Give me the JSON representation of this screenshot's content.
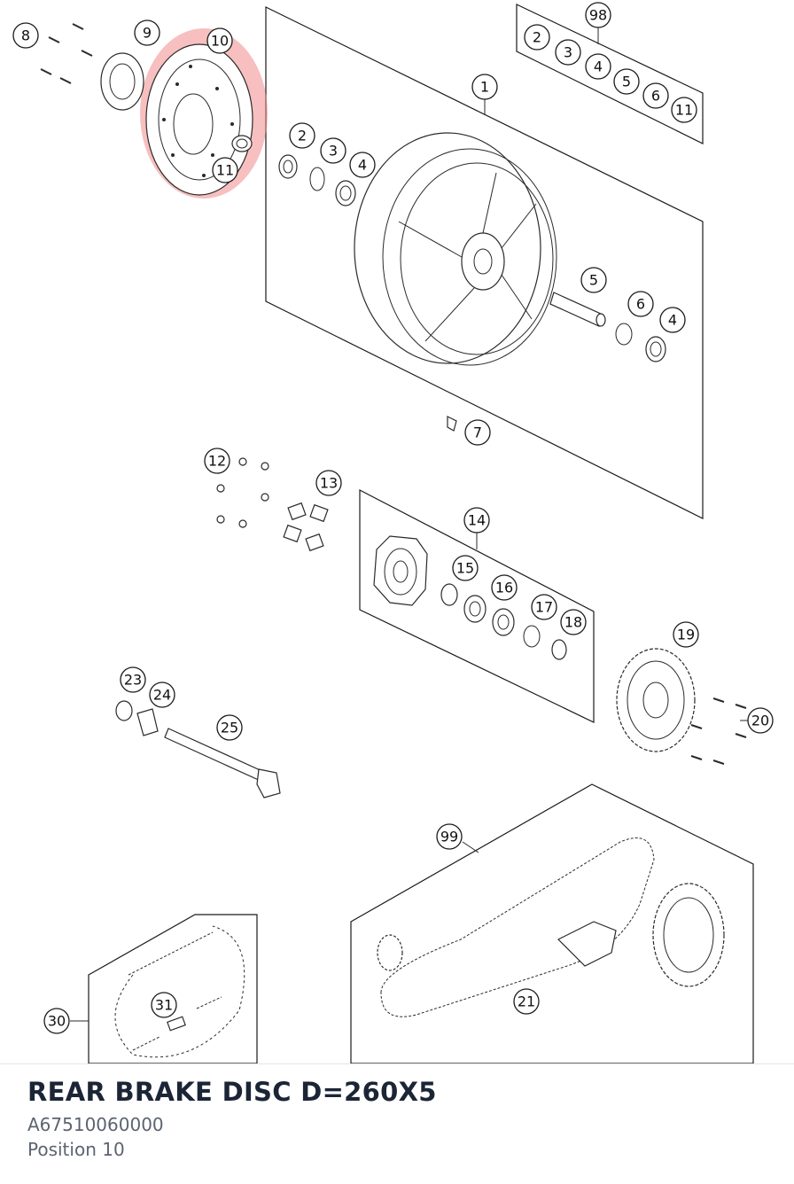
{
  "highlight_color": "#f08a8a",
  "selected": {
    "title": "REAR BRAKE DISC D=260X5",
    "part_number": "A67510060000",
    "position": "Position 10"
  },
  "callouts": {
    "c1": "1",
    "c2a": "2",
    "c3a": "3",
    "c4a": "4",
    "c5": "5",
    "c6": "6",
    "c4b": "4",
    "c7": "7",
    "c8": "8",
    "c9": "9",
    "c10": "10",
    "c11a": "11",
    "c98": "98",
    "c2b": "2",
    "c3b": "3",
    "c4c": "4",
    "c5b": "5",
    "c6b": "6",
    "c11b": "11",
    "c12": "12",
    "c13": "13",
    "c14": "14",
    "c15": "15",
    "c16": "16",
    "c17": "17",
    "c18": "18",
    "c19": "19",
    "c20": "20",
    "c21": "21",
    "c23": "23",
    "c24": "24",
    "c25": "25",
    "c30": "30",
    "c31": "31",
    "c99": "99"
  }
}
